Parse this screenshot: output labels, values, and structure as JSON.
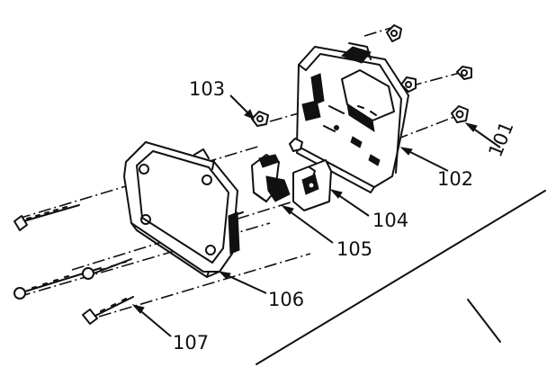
{
  "parts": [
    {
      "id": "101",
      "label": "101"
    },
    {
      "id": "102",
      "label": "102"
    },
    {
      "id": "103",
      "label": "103"
    },
    {
      "id": "104",
      "label": "104"
    },
    {
      "id": "105",
      "label": "105"
    },
    {
      "id": "106",
      "label": "106"
    },
    {
      "id": "107",
      "label": "107"
    }
  ]
}
